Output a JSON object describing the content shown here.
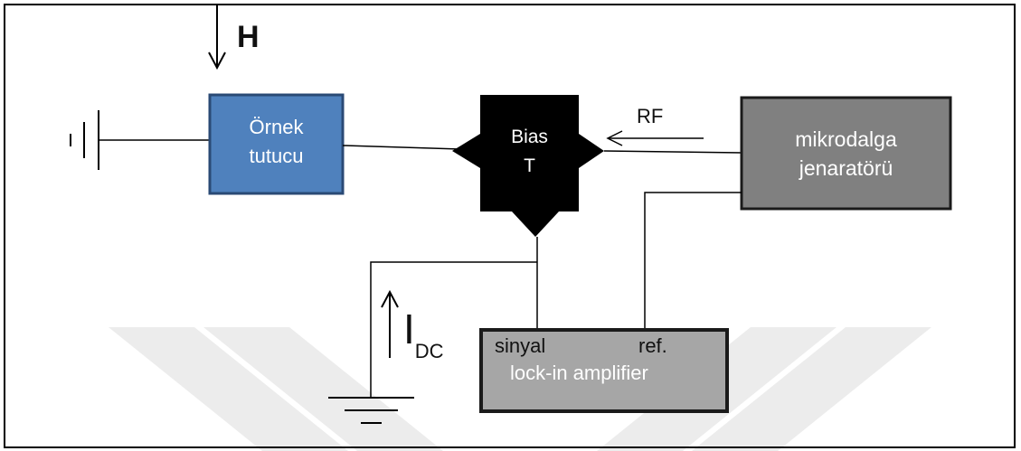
{
  "diagram": {
    "field_label": "H",
    "sample_holder": {
      "line1": "Örnek",
      "line2": "tutucu"
    },
    "bias_tee": {
      "line1": "Bias",
      "line2": "T"
    },
    "rf_label": "RF",
    "generator": {
      "line1": "mikrodalga",
      "line2": "jenaratörü"
    },
    "current_label": {
      "main": "I",
      "sub": "DC"
    },
    "lockin": {
      "signal_port": "sinyal",
      "ref_port": "ref.",
      "title": "lock-in amplifier"
    }
  },
  "colors": {
    "sample_holder_fill": "#4f81bd",
    "sample_holder_border": "#2a4a75",
    "bias_tee_fill": "#000000",
    "generator_fill": "#808080",
    "lockin_fill": "#a6a6a6",
    "box_border": "#1a1a1a",
    "wire": "#000000",
    "watermark": "#ebebeb"
  }
}
